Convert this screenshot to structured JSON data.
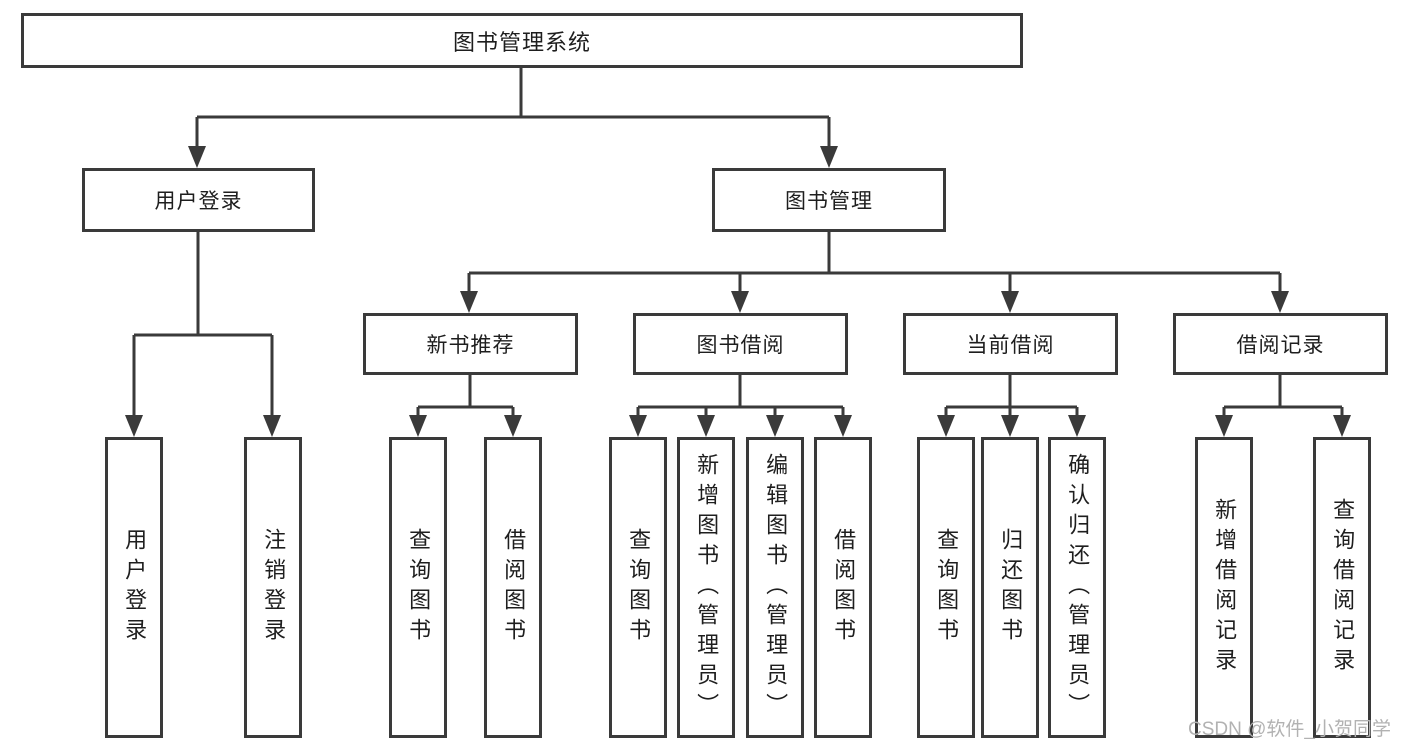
{
  "diagram": {
    "type": "tree",
    "root": {
      "label": "图书管理系统",
      "children": [
        {
          "label": "用户登录",
          "children": [
            {
              "label": "用户登录"
            },
            {
              "label": "注销登录"
            }
          ]
        },
        {
          "label": "图书管理",
          "children": [
            {
              "label": "新书推荐",
              "children": [
                {
                  "label": "查询图书"
                },
                {
                  "label": "借阅图书"
                }
              ]
            },
            {
              "label": "图书借阅",
              "children": [
                {
                  "label": "查询图书"
                },
                {
                  "label": "新增图书（管理员）"
                },
                {
                  "label": "编辑图书（管理员）"
                },
                {
                  "label": "借阅图书"
                }
              ]
            },
            {
              "label": "当前借阅",
              "children": [
                {
                  "label": "查询图书"
                },
                {
                  "label": "归还图书"
                },
                {
                  "label": "确认归还（管理员）"
                }
              ]
            },
            {
              "label": "借阅记录",
              "children": [
                {
                  "label": "新增借阅记录"
                },
                {
                  "label": "查询借阅记录"
                }
              ]
            }
          ]
        }
      ]
    }
  },
  "watermark": {
    "text": "CSDN @软件_小贺同学",
    "color": "#b2b2b2"
  },
  "colors": {
    "background": "#ffffff",
    "line": "#3a3a3a",
    "box_border": "#3a3a3a",
    "text": "#1e1e1e",
    "watermark": "#b2b2b2"
  }
}
